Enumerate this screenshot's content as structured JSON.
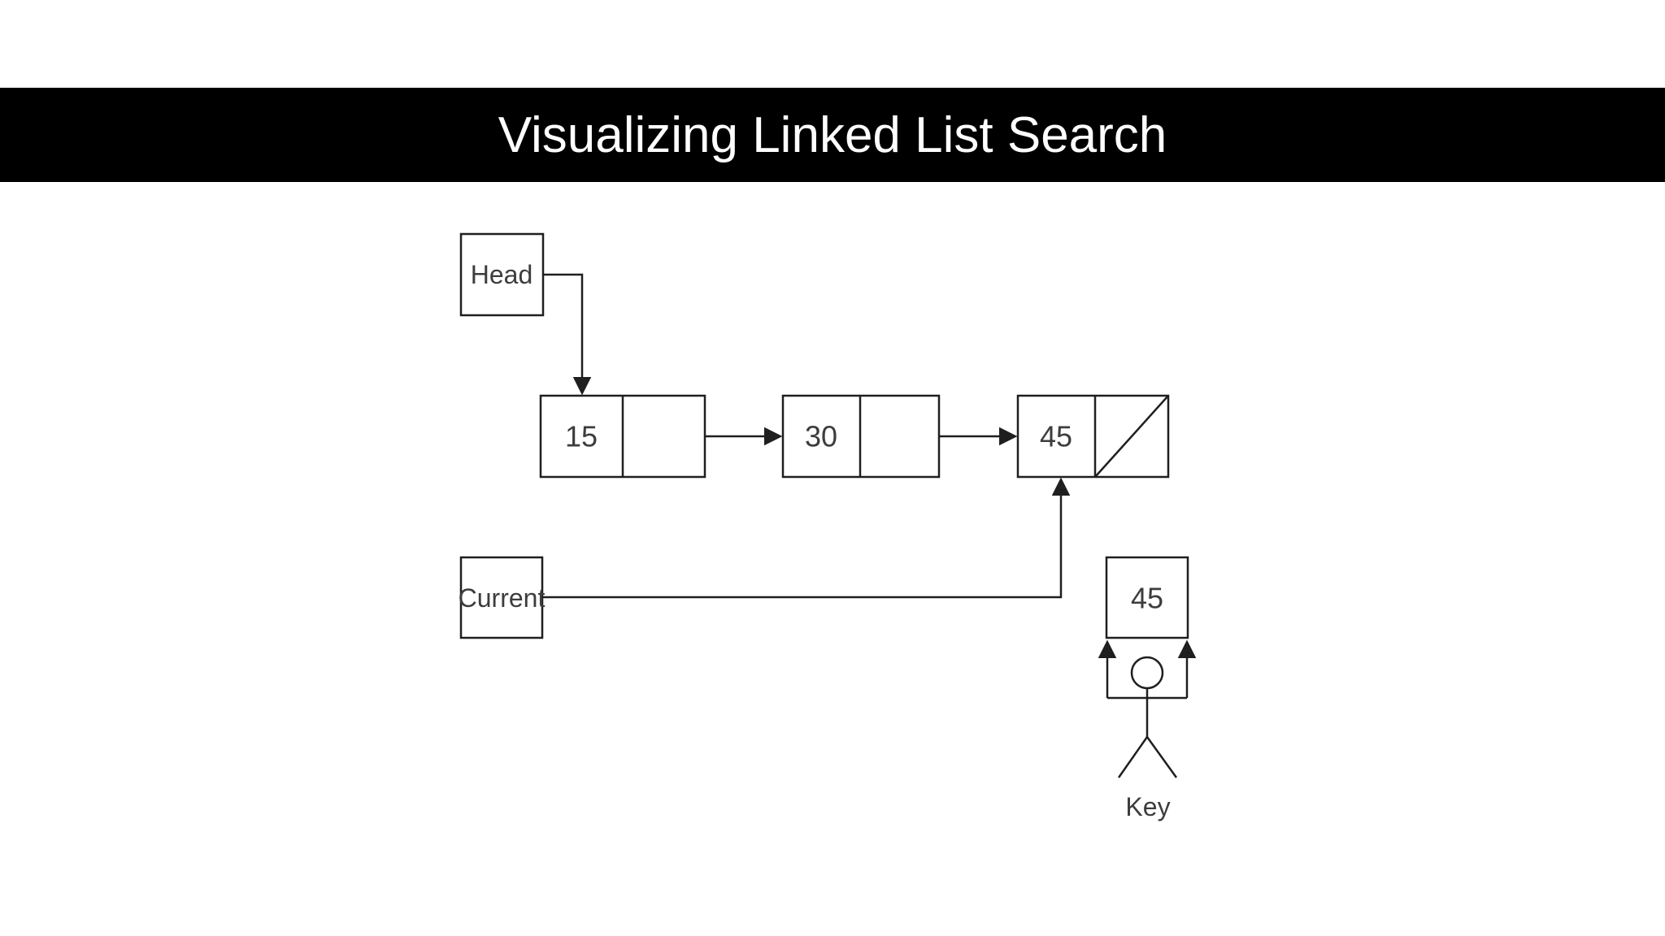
{
  "title": "Visualizing Linked List Search",
  "colors": {
    "page_bg": "#ffffff",
    "banner_bg": "#000000",
    "banner_text": "#ffffff",
    "stroke": "#1f1f1f",
    "label_text": "#3d3d3d"
  },
  "diagram": {
    "head": {
      "label": "Head"
    },
    "current": {
      "label": "Current"
    },
    "nodes": [
      {
        "value": "15",
        "next": "node-30"
      },
      {
        "value": "30",
        "next": "node-45"
      },
      {
        "value": "45",
        "next": "null"
      }
    ],
    "key": {
      "value": "45",
      "label": "Key"
    }
  }
}
